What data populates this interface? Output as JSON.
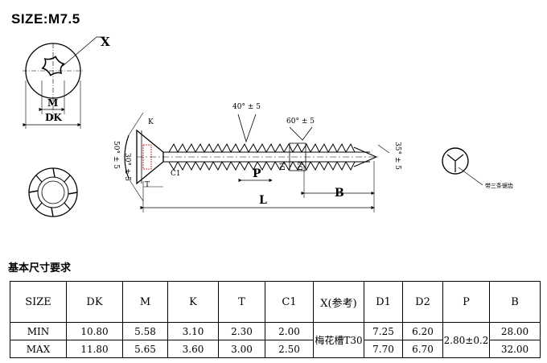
{
  "title": "SIZE:M7.5",
  "section_title": "基本尺寸要求",
  "drawing": {
    "label_x": "X",
    "label_m": "M",
    "label_dk": "DK",
    "label_k": "K",
    "label_t": "T",
    "label_c1": "C1",
    "label_p": "P",
    "label_d1": "D1",
    "label_d2": "D2",
    "label_l": "L",
    "label_b": "B",
    "angle_40": "40° ± 5",
    "angle_60": "60° ± 5",
    "angle_35": "35° ± 5",
    "head_angle_outer": "50° ± 5",
    "head_angle_inner": "30° ± 5",
    "callout": "带三条锯齿"
  },
  "table": {
    "headers": [
      "SIZE",
      "DK",
      "M",
      "K",
      "T",
      "C1",
      "X(参考)",
      "D1",
      "D2",
      "P",
      "B"
    ],
    "rows": [
      {
        "size": "MIN",
        "dk": "10.80",
        "m": "5.58",
        "k": "3.10",
        "t": "2.30",
        "c1": "2.00",
        "d1": "7.25",
        "d2": "6.20",
        "b": "28.00"
      },
      {
        "size": "MAX",
        "dk": "11.80",
        "m": "5.65",
        "k": "3.60",
        "t": "3.00",
        "c1": "2.50",
        "d1": "7.70",
        "d2": "6.70",
        "b": "32.00"
      }
    ],
    "x_ref": "梅花槽T30",
    "p_value": "2.80±0.2"
  }
}
